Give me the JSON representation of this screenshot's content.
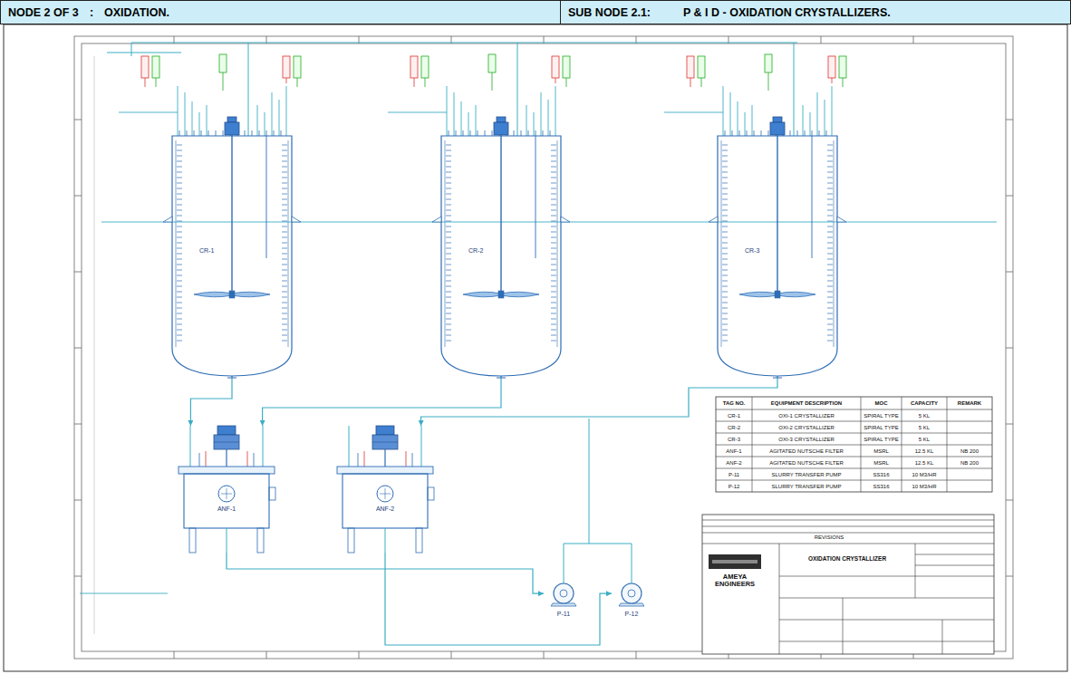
{
  "diagram": {
    "nodes": [
      {
        "text": [
          "NODE 2 OF 3",
          ":",
          "OXIDATION."
        ]
      },
      {
        "text": [
          "SUB NODE 2.1:",
          "P & I D - OXIDATION CRYSTALLIZERS."
        ]
      },
      {
        "text": [
          "CR-1"
        ]
      },
      {
        "text": [
          "CR-2"
        ]
      },
      {
        "text": [
          "CR-3"
        ]
      },
      {
        "text": [
          "ANF-1"
        ]
      },
      {
        "text": [
          "ANF-2"
        ]
      },
      {
        "text": [
          "P-11"
        ]
      },
      {
        "text": [
          "P-12"
        ]
      }
    ],
    "edges": [
      {
        "from": 2,
        "to": 5,
        "arrow": "to"
      },
      {
        "from": 3,
        "to": 5,
        "arrow": "to"
      },
      {
        "from": 4,
        "to": 6,
        "arrow": "to"
      },
      {
        "from": 5,
        "to": 7,
        "arrow": "to"
      },
      {
        "from": 6,
        "to": 8,
        "arrow": "to"
      }
    ],
    "labels": [
      "TAG NO.",
      "EQUIPMENT DESCRIPTION",
      "MOC",
      "CAPACITY",
      "REMARK",
      "CR-1",
      "OXI-1 CRYSTALLIZER",
      "SPIRAL TYPE",
      "5 KL",
      "CR-2",
      "OXI-2 CRYSTALLIZER",
      "SPIRAL TYPE",
      "5 KL",
      "CR-3",
      "OXI-3 CRYSTALLIZER",
      "SPIRAL TYPE",
      "5 KL",
      "ANF-1",
      "AGITATED NUTSCHE FILTER",
      "MSRL",
      "12.5 KL",
      "NB 200",
      "ANF-2",
      "AGITATED NUTSCHE FILTER",
      "MSRL",
      "12.5 KL",
      "NB 200",
      "P-11",
      "SLURRY TRANSFER PUMP",
      "SS316",
      "10 M3/HR",
      "P-12",
      "SLURRY TRANSFER PUMP",
      "SS316",
      "10 M3/HR",
      "REVISIONS",
      "AMEYA ENGINEERS",
      "OXIDATION CRYSTALLIZER"
    ]
  }
}
